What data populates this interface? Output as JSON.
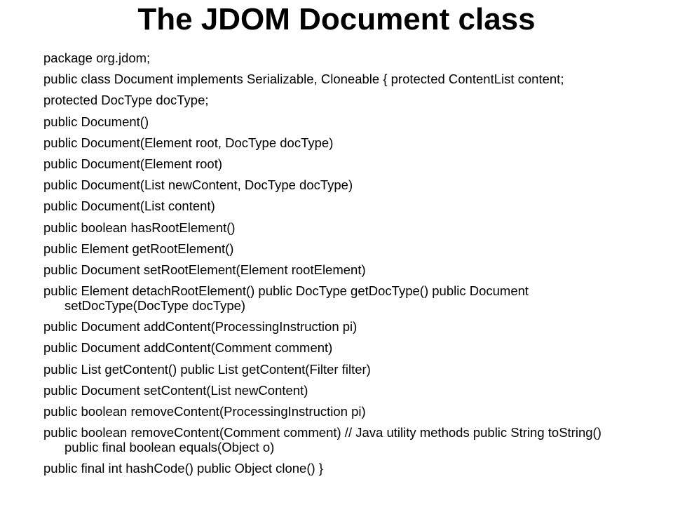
{
  "slide": {
    "title": "The JDOM Document class",
    "lines": [
      "package org.jdom;",
      "public class Document implements Serializable, Cloneable { protected ContentList content;",
      "protected DocType docType;",
      "public Document()",
      "public Document(Element root, DocType docType)",
      "public Document(Element root)",
      "public Document(List newContent, DocType docType)",
      "public Document(List content)",
      "public boolean hasRootElement()",
      "public Element getRootElement()",
      "public Document setRootElement(Element rootElement)",
      "public Element detachRootElement() public DocType getDocType() public Document setDocType(DocType docType)",
      "public Document addContent(ProcessingInstruction pi)",
      "public Document addContent(Comment comment)",
      "public List getContent() public List getContent(Filter filter)",
      "public Document setContent(List newContent)",
      "public boolean removeContent(ProcessingInstruction pi)",
      "public boolean removeContent(Comment comment) // Java utility methods public String toString() public final boolean equals(Object o)",
      "public final int hashCode() public Object clone() }"
    ]
  }
}
